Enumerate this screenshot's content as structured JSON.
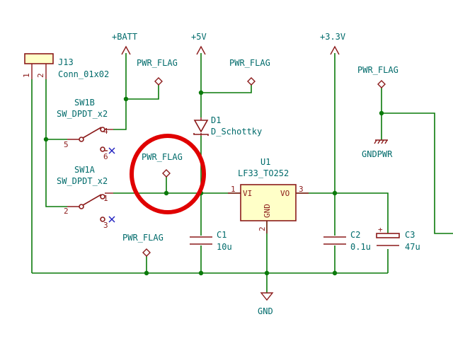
{
  "symbols": {
    "j13": {
      "ref": "J13",
      "value": "Conn_01x02",
      "pin1": "1",
      "pin2": "2"
    },
    "sw1b": {
      "ref": "SW1B",
      "value": "SW_DPDT_x2",
      "pin4": "4",
      "pin5": "5",
      "pin6": "6"
    },
    "sw1a": {
      "ref": "SW1A",
      "value": "SW_DPDT_x2",
      "pin1": "1",
      "pin2": "2",
      "pin3": "3"
    },
    "d1": {
      "ref": "D1",
      "value": "D_Schottky"
    },
    "u1": {
      "ref": "U1",
      "value": "LF33_TO252",
      "vi": "VI",
      "vo": "VO",
      "gnd": "GND",
      "pin1": "1",
      "pin2": "2",
      "pin3": "3"
    },
    "c1": {
      "ref": "C1",
      "value": "10u"
    },
    "c2": {
      "ref": "C2",
      "value": "0.1u"
    },
    "c3": {
      "ref": "C3",
      "value": "47u",
      "polarity": "+"
    }
  },
  "power": {
    "batt": "+BATT",
    "v5": "+5V",
    "v33": "+3.3V",
    "gnd": "GND",
    "gndpwr": "GNDPWR"
  },
  "flags": {
    "f1": "PWR_FLAG",
    "f2": "PWR_FLAG",
    "f3": "PWR_FLAG",
    "f4": "PWR_FLAG",
    "f5": "PWR_FLAG"
  },
  "colors": {
    "wire": "#0a7a0a",
    "component": "#8b1a1a",
    "label": "#006b6b",
    "highlight": "#e00000"
  }
}
